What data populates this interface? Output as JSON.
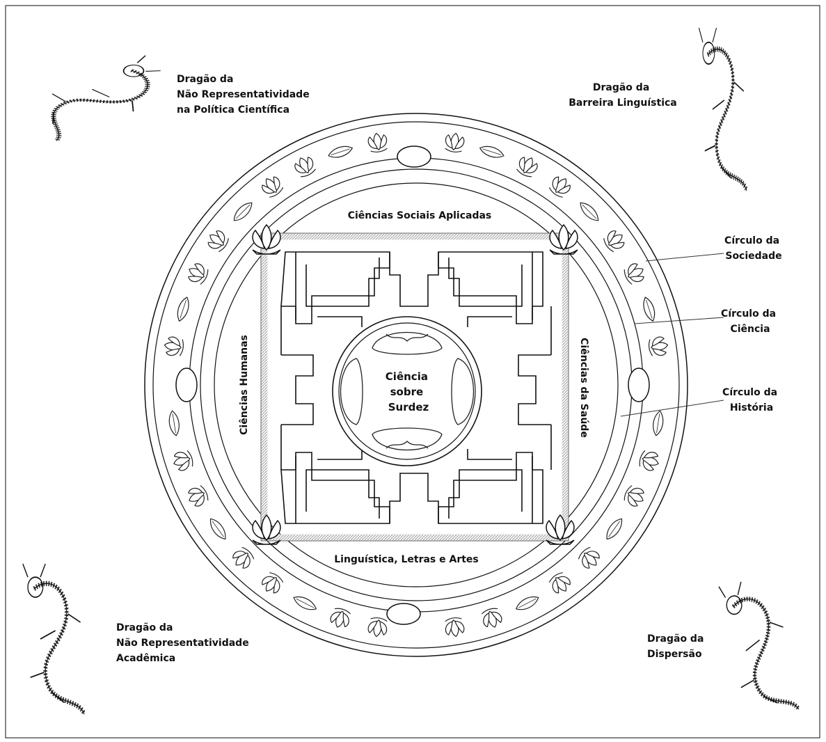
{
  "center": {
    "lines": [
      "Ciência",
      "sobre",
      "Surdez"
    ]
  },
  "areas": {
    "top": "Ciências Sociais Aplicadas",
    "bottom": "Linguística, Letras e Artes",
    "left": "Ciências Humanas",
    "right": "Ciências da Saúde"
  },
  "circles": {
    "sociedade": [
      "Círculo da",
      "Sociedade"
    ],
    "ciencia": [
      "Círculo da",
      "Ciência"
    ],
    "historia": [
      "Círculo da",
      "História"
    ]
  },
  "dragons": {
    "top_left": [
      "Dragão da",
      "Não Representatividade",
      "na Política Científica"
    ],
    "top_right": [
      "Dragão da",
      "Barreira Linguística"
    ],
    "bottom_left": [
      "Dragão da",
      "Não Representatividade",
      "Acadêmica"
    ],
    "bottom_right": [
      "Dragão da",
      "Dispersão"
    ]
  }
}
